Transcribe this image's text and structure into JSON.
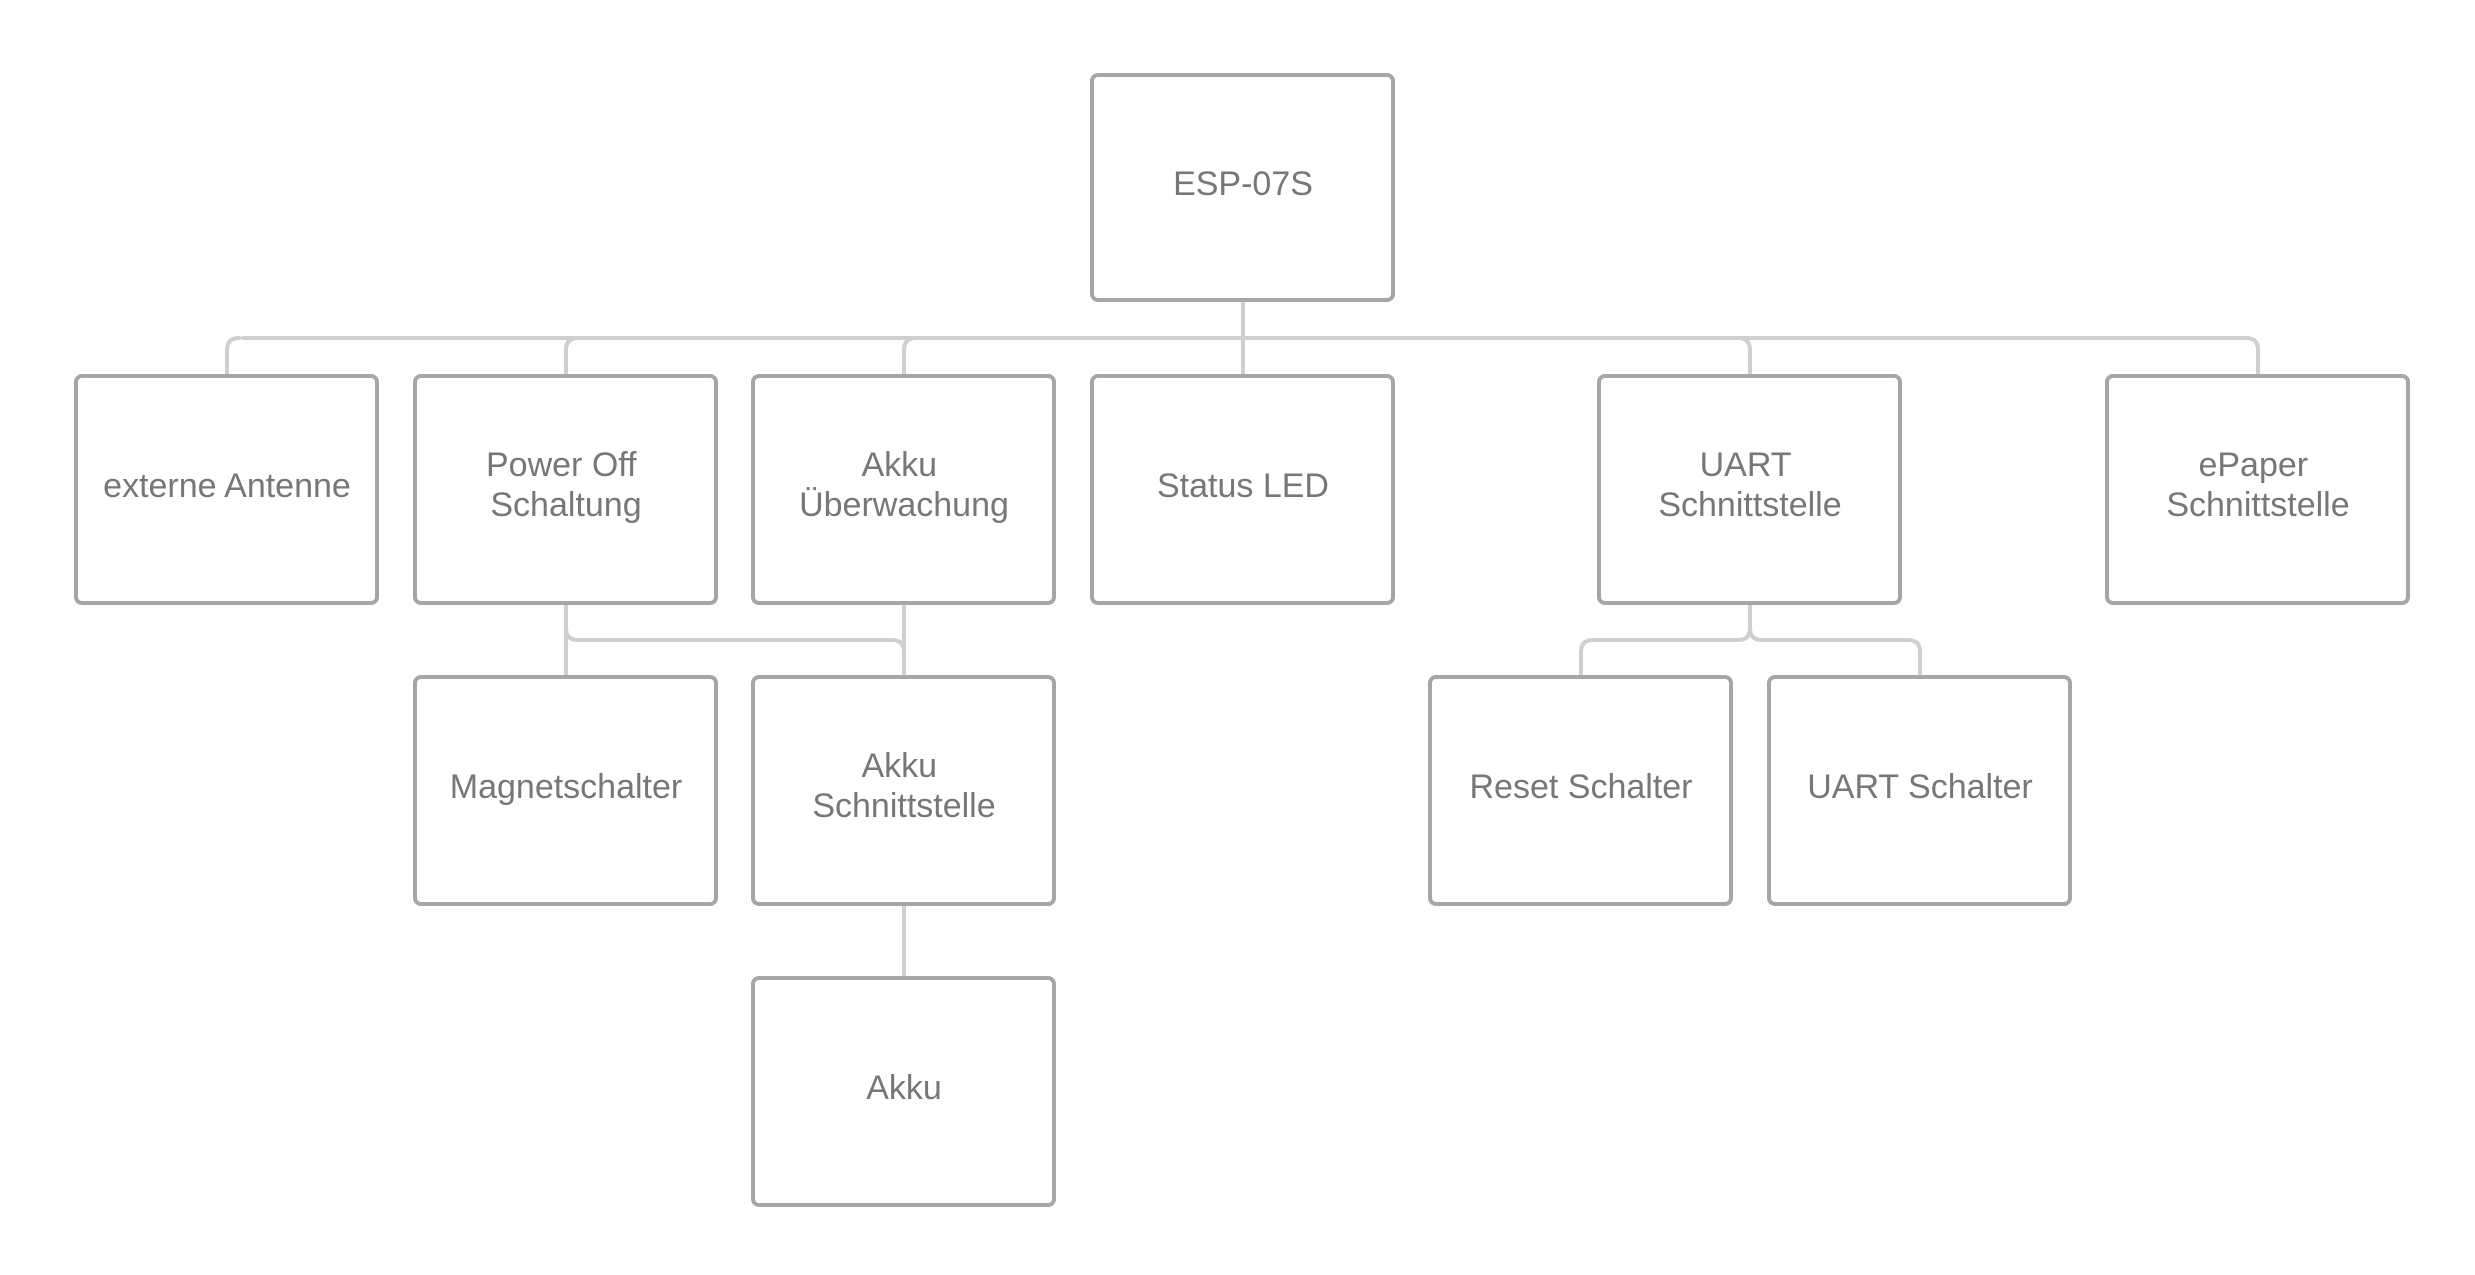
{
  "diagram": {
    "type": "tree",
    "root": "esp07s",
    "nodes": [
      {
        "id": "esp07s",
        "lines": [
          "ESP-07S"
        ]
      },
      {
        "id": "antenne",
        "lines": [
          "externe Antenne"
        ]
      },
      {
        "id": "power_off",
        "lines": [
          "Power Off",
          "Schaltung"
        ]
      },
      {
        "id": "akku_ueberwachung",
        "lines": [
          "Akku",
          "Überwachung"
        ]
      },
      {
        "id": "status_led",
        "lines": [
          "Status LED"
        ]
      },
      {
        "id": "uart_schnittstelle",
        "lines": [
          "UART",
          "Schnittstelle"
        ]
      },
      {
        "id": "epaper",
        "lines": [
          "ePaper",
          "Schnittstelle"
        ]
      },
      {
        "id": "magnetschalter",
        "lines": [
          "Magnetschalter"
        ]
      },
      {
        "id": "akku_schnittstelle",
        "lines": [
          "Akku",
          "Schnittstelle"
        ]
      },
      {
        "id": "akku",
        "lines": [
          "Akku"
        ]
      },
      {
        "id": "reset_schalter",
        "lines": [
          "Reset Schalter"
        ]
      },
      {
        "id": "uart_schalter",
        "lines": [
          "UART Schalter"
        ]
      }
    ],
    "edges": [
      {
        "from": "esp07s",
        "to": "antenne"
      },
      {
        "from": "esp07s",
        "to": "power_off"
      },
      {
        "from": "esp07s",
        "to": "akku_ueberwachung"
      },
      {
        "from": "esp07s",
        "to": "status_led"
      },
      {
        "from": "esp07s",
        "to": "uart_schnittstelle"
      },
      {
        "from": "esp07s",
        "to": "epaper"
      },
      {
        "from": "power_off",
        "to": "magnetschalter"
      },
      {
        "from": "power_off",
        "to": "akku_schnittstelle"
      },
      {
        "from": "akku_ueberwachung",
        "to": "akku_schnittstelle"
      },
      {
        "from": "akku_schnittstelle",
        "to": "akku"
      },
      {
        "from": "uart_schnittstelle",
        "to": "reset_schalter"
      },
      {
        "from": "uart_schnittstelle",
        "to": "uart_schalter"
      }
    ]
  }
}
